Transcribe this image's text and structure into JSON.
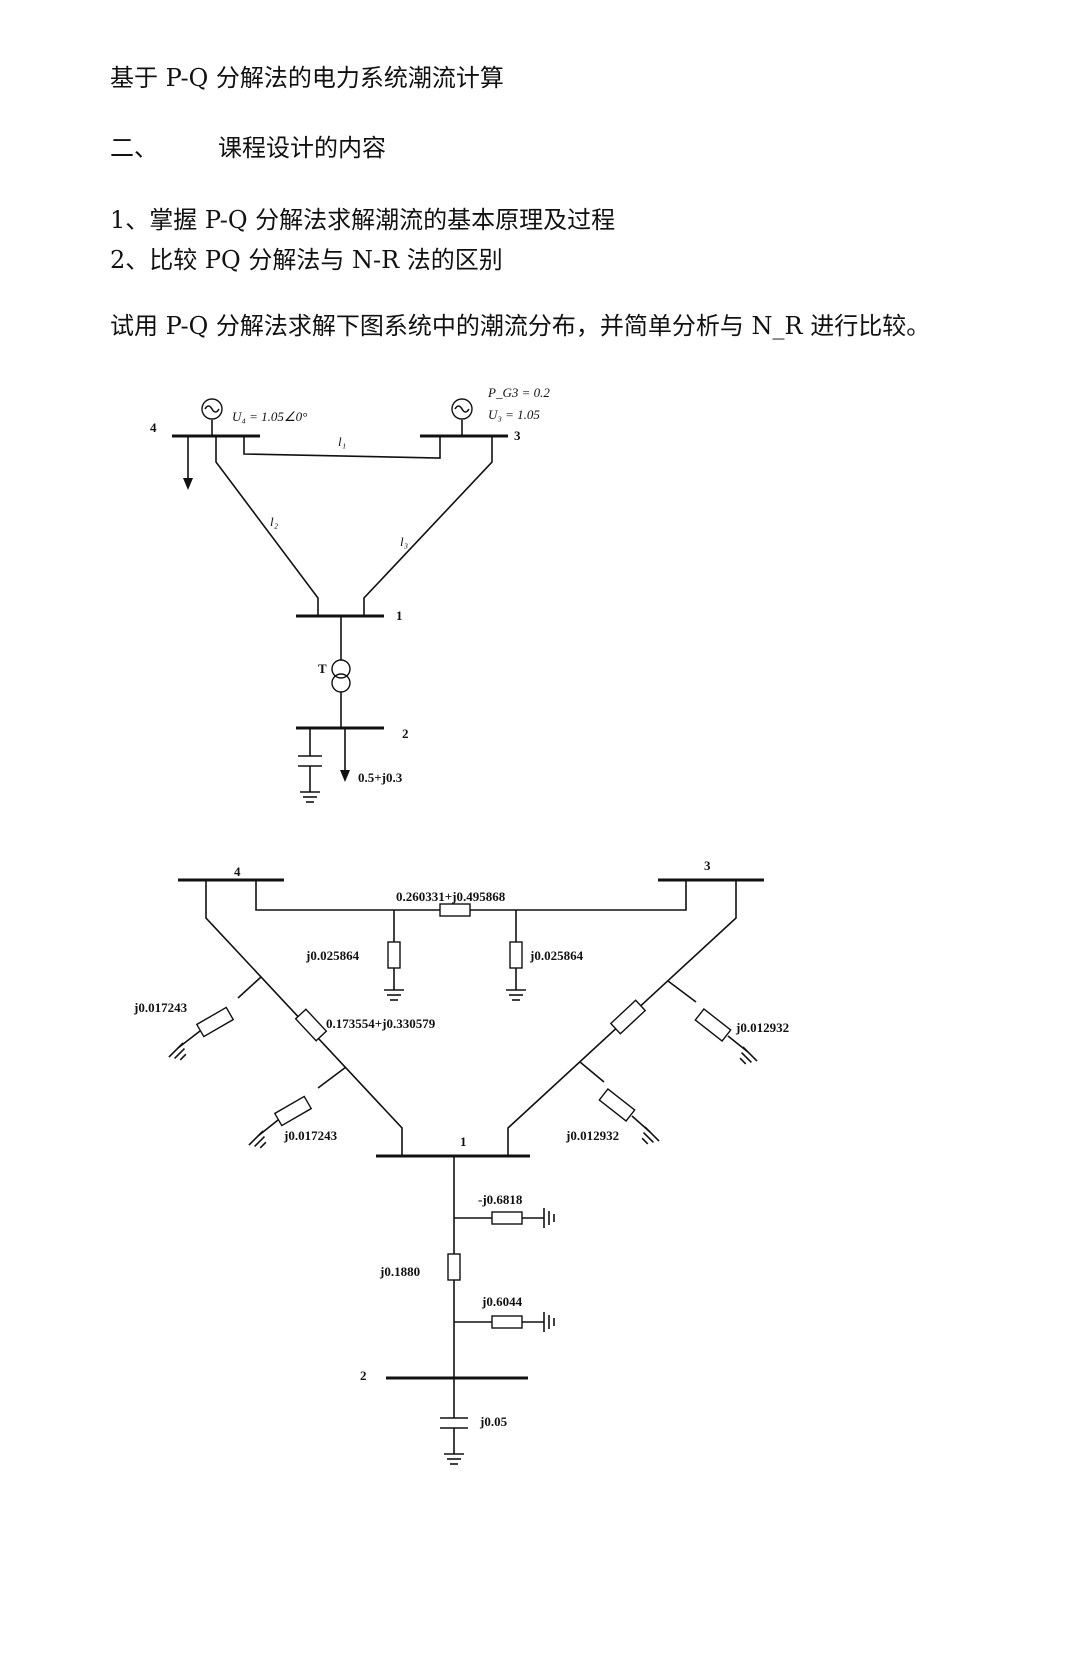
{
  "doc": {
    "title": "基于 P-Q 分解法的电力系统潮流计算",
    "section_num": "二、",
    "section_title": "课程设计的内容",
    "item1": "1、掌握 P-Q 分解法求解潮流的基本原理及过程",
    "item2": "2、比较 PQ 分解法与 N-R 法的区别",
    "task": "试用 P-Q 分解法求解下图系统中的潮流分布，并简单分析与 N_R 进行比较。"
  },
  "diagram1": {
    "bus4": "4",
    "bus3": "3",
    "bus1": "1",
    "bus2": "2",
    "u4": "U₄ = 1.05∠0°",
    "pg3": "P_G3 = 0.2",
    "u3": "U₃ = 1.05",
    "l1": "l₁",
    "l2": "l₂",
    "l3": "l₃",
    "transformer": "T",
    "load2": "0.5+j0.3"
  },
  "diagram2": {
    "bus4": "4",
    "bus3": "3",
    "bus1": "1",
    "bus2": "2",
    "z43": "0.260331+j0.495868",
    "y43_left": "j0.025864",
    "y43_right": "j0.025864",
    "y41_upper": "j0.017243",
    "z41": "0.173554+j0.330579",
    "y41_lower": "j0.017243",
    "y31_upper": "j0.012932",
    "y31_lower": "j0.012932",
    "yt1": "-j0.6818",
    "zt": "j0.1880",
    "yt2": "j0.6044",
    "y2": "j0.05"
  }
}
